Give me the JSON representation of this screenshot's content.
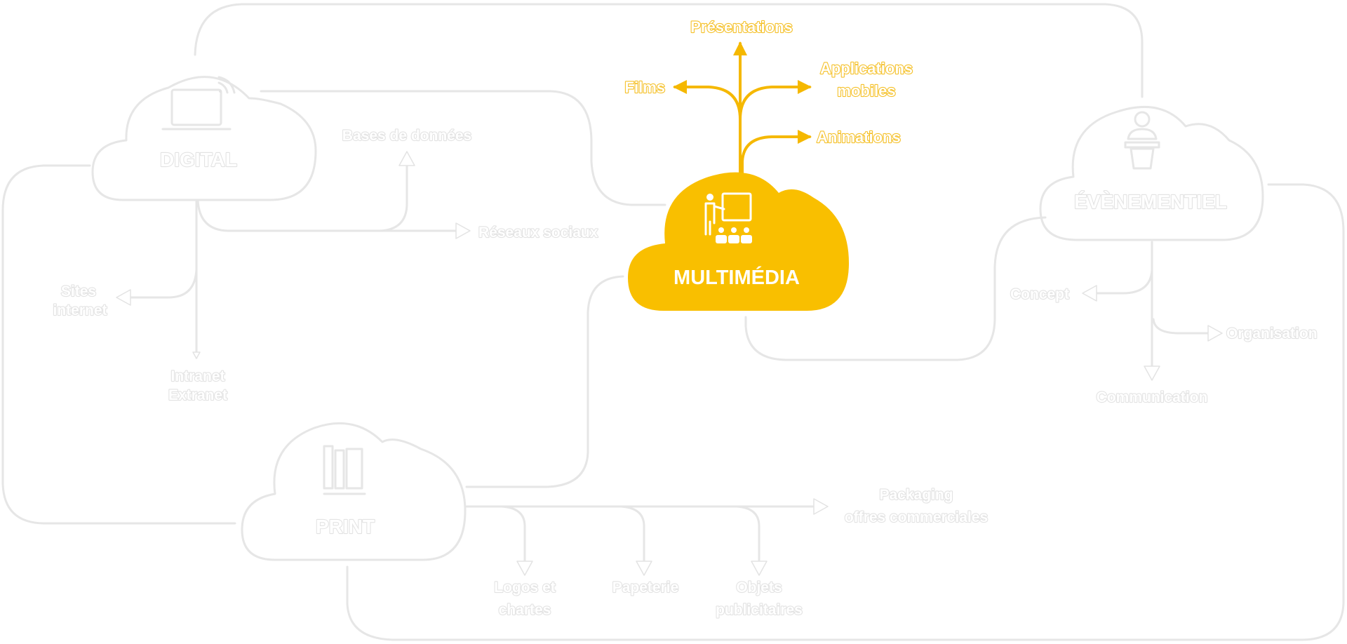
{
  "hubs": {
    "digital": "DIGITAL",
    "multimedia": "MULTIMÉDIA",
    "evenementiel": "ÉVÈNEMENTIEL",
    "print": "PRINT"
  },
  "digital_branches": {
    "bases": "Bases de données",
    "reseaux": "Réseaux sociaux",
    "sites_1": "Sites",
    "sites_2": "internet",
    "intranet_1": "Intranet",
    "intranet_2": "Extranet"
  },
  "multimedia_branches": {
    "presentations": "Présentations",
    "films": "Films",
    "applications_1": "Applications",
    "applications_2": "mobiles",
    "animations": "Animations"
  },
  "evenementiel_branches": {
    "concept": "Concept",
    "organisation": "Organisation",
    "communication": "Communication"
  },
  "print_branches": {
    "packaging_1": "Packaging",
    "packaging_2": "offres commerciales",
    "logos_1": "Logos et",
    "logos_2": "chartes",
    "papeterie": "Papeterie",
    "objets_1": "Objets",
    "objets_2": "publicitaires"
  },
  "colors": {
    "accent": "#f9bf00",
    "outline": "#e6e6e6",
    "background": "#ffffff"
  },
  "icons": [
    "laptop-wifi-icon",
    "presenter-board-icon",
    "speaker-podium-icon",
    "books-icon"
  ]
}
